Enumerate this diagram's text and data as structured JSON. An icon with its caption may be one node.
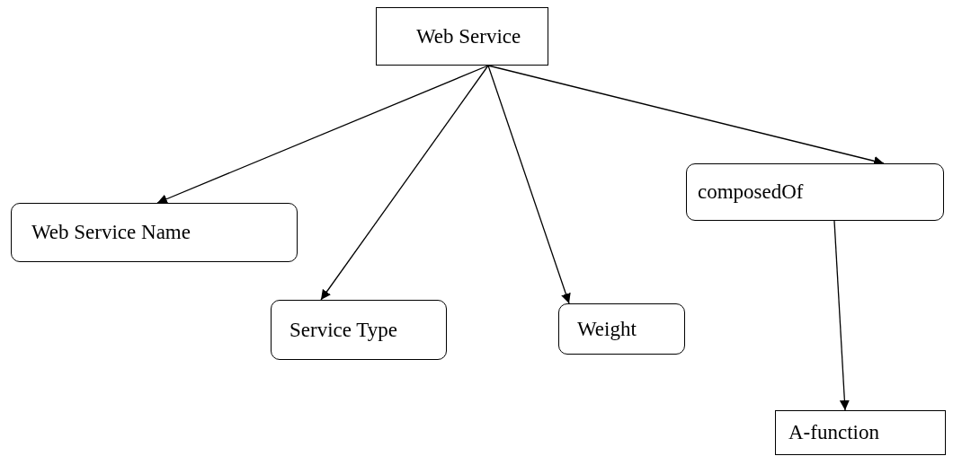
{
  "diagram": {
    "nodes": [
      {
        "text": [
          "Web Service"
        ]
      },
      {
        "text": [
          "Web Service Name"
        ]
      },
      {
        "text": [
          "Service Type"
        ]
      },
      {
        "text": [
          "Weight"
        ]
      },
      {
        "text": [
          "composedOf"
        ]
      },
      {
        "text": [
          "A-function"
        ]
      }
    ],
    "edges": [
      {
        "from": 0,
        "to": 1,
        "arrow": "to"
      },
      {
        "from": 0,
        "to": 2,
        "arrow": "to"
      },
      {
        "from": 0,
        "to": 3,
        "arrow": "to"
      },
      {
        "from": 0,
        "to": 4,
        "arrow": "to"
      },
      {
        "from": 4,
        "to": 5,
        "arrow": "to"
      }
    ]
  }
}
